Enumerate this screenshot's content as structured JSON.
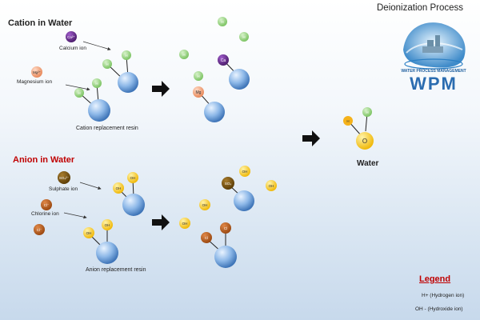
{
  "title": "Deionization Process",
  "logo": {
    "line1": "WATER PROCESS MANAGEMENT",
    "line2": "WPM"
  },
  "cation": {
    "heading": "Cation in Water",
    "calcium": {
      "symbol": "Ca²⁺",
      "label": "Calcium ion"
    },
    "magnesium": {
      "symbol": "Mg²⁺",
      "label": "Magnesium ion"
    },
    "resin_label": "Cation replacement resin",
    "product": {
      "ca": "Ca",
      "mg": "Mg"
    }
  },
  "anion": {
    "heading": "Anion in Water",
    "sulphate": {
      "symbol": "SO₄²⁻",
      "label": "Sulphate ion"
    },
    "chlorine": {
      "symbol": "Cl⁻",
      "label": "Chlorine ion"
    },
    "chlorine_extra": "Cl⁻",
    "resin_label": "Anion replacement resin",
    "product": {
      "so4": "SO₄",
      "cl": "Cl"
    }
  },
  "h_symbol": "H",
  "oh_symbol": "OH",
  "water": {
    "h": "H",
    "o": "O",
    "label": "Water"
  },
  "legend": {
    "title": "Legend",
    "h": "H+ (Hydrogen ion)",
    "oh": "OH - (Hydroxide ion)"
  },
  "colors": {
    "hydrogen": "#8ed07a",
    "hydroxide": "#f2c21b",
    "calcium": "#6a2d8c",
    "magnesium": "#f0a27a",
    "sulphate": "#7a5510",
    "chlorine": "#b85a1c",
    "resin": "#5b8fd0",
    "legend_title": "#c00000",
    "anion_heading": "#c00000",
    "water_o": "#f2c21b",
    "water_h_orange": "#f5b21a"
  }
}
